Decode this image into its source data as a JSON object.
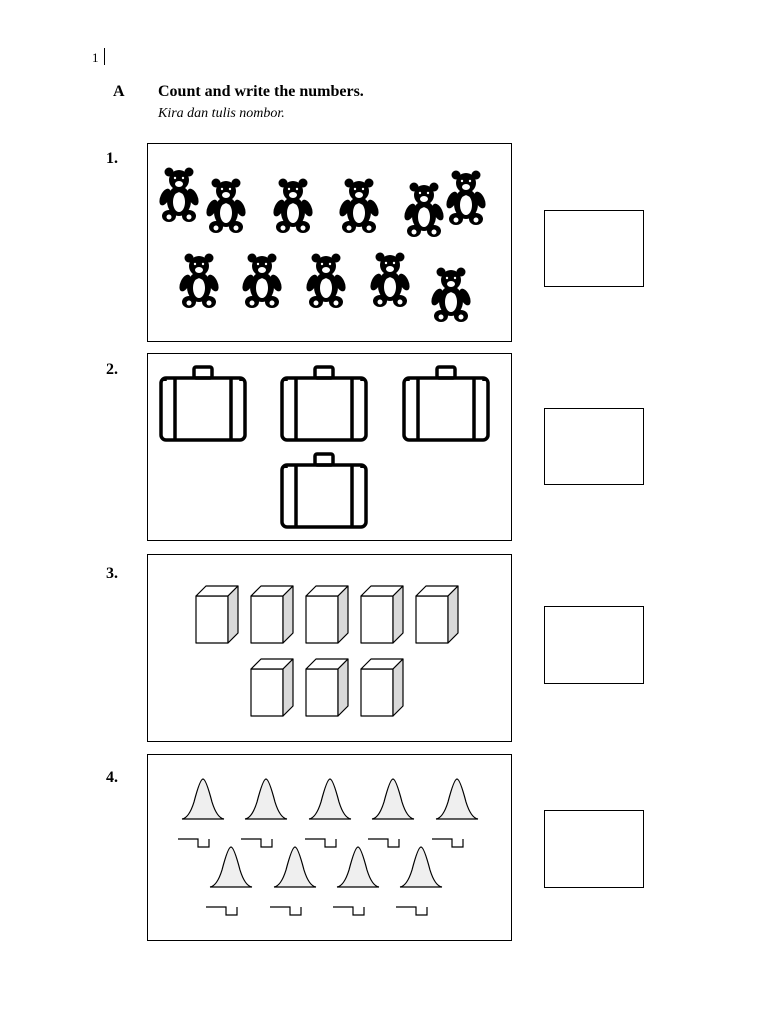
{
  "page": {
    "number": "1"
  },
  "section": {
    "letter": "A",
    "title": "Count and write the numbers.",
    "subtitle": "Kira dan tulis nombor."
  },
  "questions": [
    {
      "number": "1.",
      "item_icon": "teddy-bear-icon",
      "count": 11,
      "answer": ""
    },
    {
      "number": "2.",
      "item_icon": "suitcase-icon",
      "count": 4,
      "answer": ""
    },
    {
      "number": "3.",
      "item_icon": "cube-icon",
      "count": 8,
      "answer": ""
    },
    {
      "number": "4.",
      "item_icon": "bell-icon",
      "count": 9,
      "answer": ""
    }
  ],
  "colors": {
    "ink": "#000000",
    "shade": "#d9d9d9",
    "bell_fill": "#efefef"
  }
}
